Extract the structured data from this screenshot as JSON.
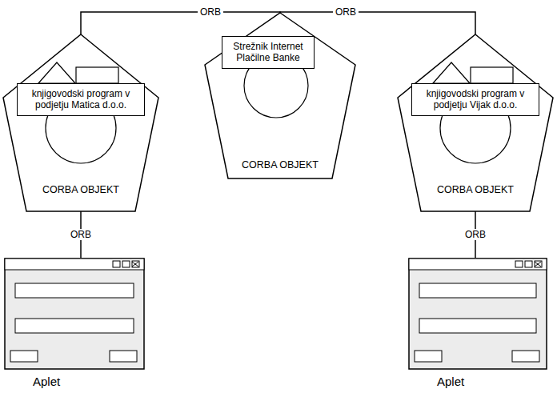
{
  "diagram": {
    "nodes": [
      {
        "text": [
          "CORBA OBJEKT"
        ]
      },
      {
        "text": [
          "knjigovodski program v podjetju Matica d.o.o."
        ],
        "in": 0
      },
      {
        "text": [
          "CORBA OBJEKT"
        ]
      },
      {
        "text": [
          "Strežnik Internet Plačilne Banke"
        ],
        "in": 2
      },
      {
        "text": [
          "CORBA OBJEKT"
        ]
      },
      {
        "text": [
          "knjigovodski program v podjetju Vijak d.o.o."
        ],
        "in": 4
      },
      {
        "text": [
          "Aplet"
        ]
      },
      {
        "text": [
          "Aplet"
        ]
      }
    ],
    "edges": [
      {
        "from": 0,
        "to": 2,
        "label": "ORB",
        "arrow": "none"
      },
      {
        "from": 2,
        "to": 4,
        "label": "ORB",
        "arrow": "none"
      },
      {
        "from": 0,
        "to": 6,
        "label": "ORB",
        "arrow": "none"
      },
      {
        "from": 4,
        "to": 7,
        "label": "ORB",
        "arrow": "none"
      }
    ]
  }
}
